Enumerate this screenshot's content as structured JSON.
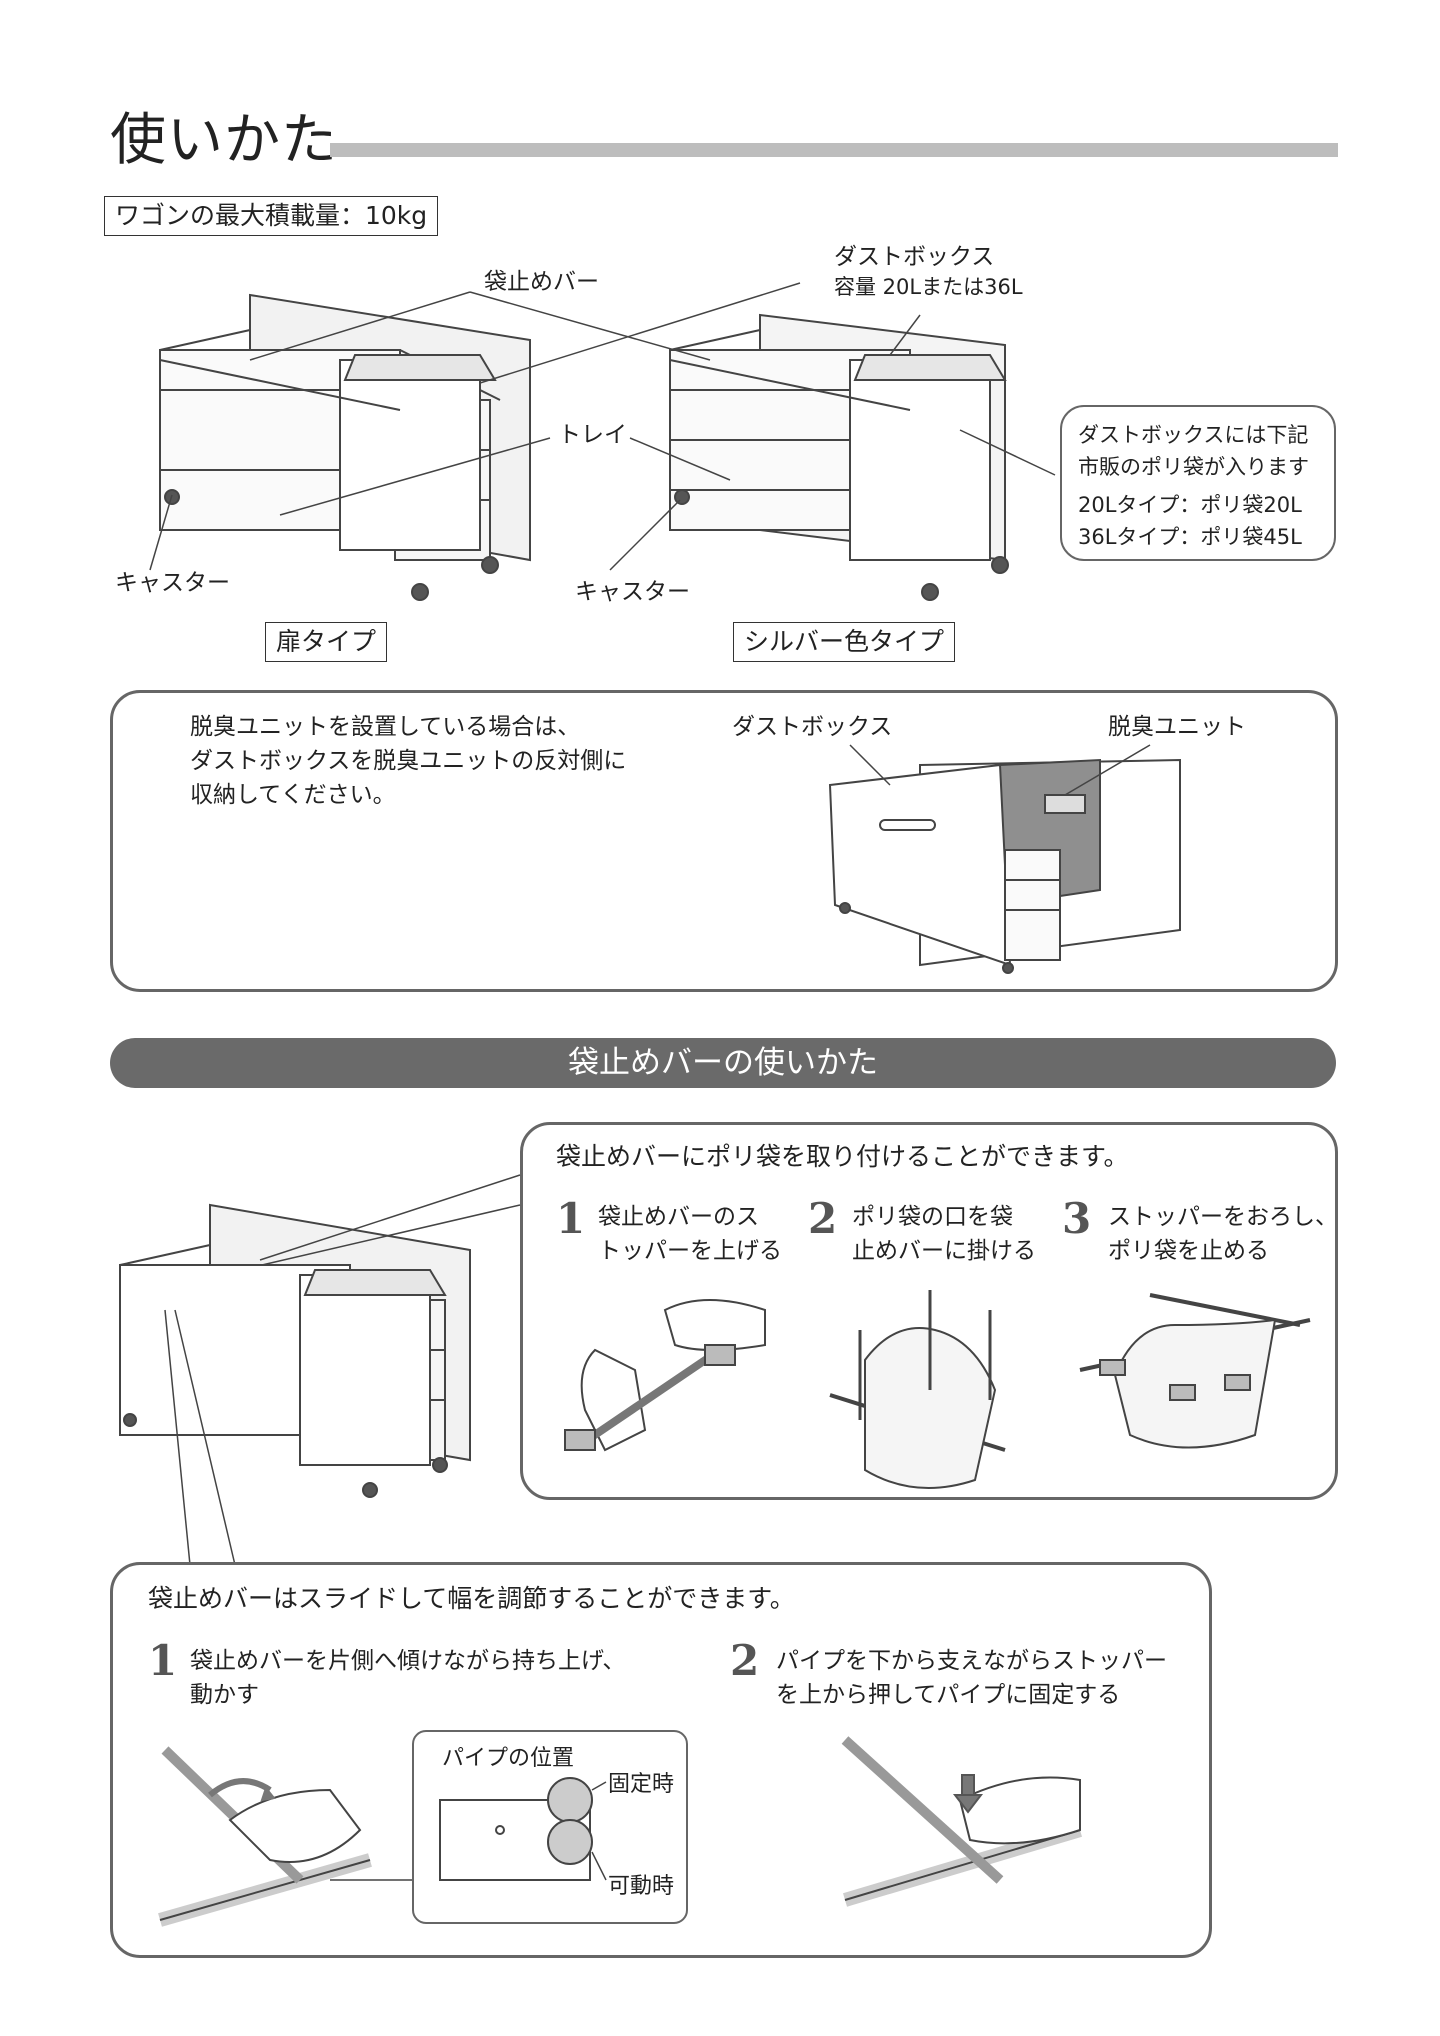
{
  "title": "使いかた",
  "max_load": "ワゴンの最大積載量：10kg",
  "overview": {
    "label_bag_bar": "袋止めバー",
    "label_dustbox": "ダストボックス",
    "label_capacity": "容量 20Lまたは36L",
    "label_tray": "トレイ",
    "label_caster_left": "キャスター",
    "label_caster_right": "キャスター",
    "type_door": "扉タイプ",
    "type_silver": "シルバー色タイプ",
    "callout_line1": "ダストボックスには下記",
    "callout_line2": "市販のポリ袋が入ります",
    "callout_line3": "20Lタイプ：ポリ袋20L",
    "callout_line4": "36Lタイプ：ポリ袋45L"
  },
  "deodorizer": {
    "note_line1": "脱臭ユニットを設置している場合は、",
    "note_line2": "ダストボックスを脱臭ユニットの反対側に",
    "note_line3": "収納してください。",
    "label_dustbox": "ダストボックス",
    "label_unit": "脱臭ユニット"
  },
  "section_title": "袋止めバーの使いかた",
  "attach": {
    "heading": "袋止めバーにポリ袋を取り付けることができます。",
    "steps": [
      {
        "num": "1",
        "line1": "袋止めバーのス",
        "line2": "トッパーを上げる"
      },
      {
        "num": "2",
        "line1": "ポリ袋の口を袋",
        "line2": "止めバーに掛ける"
      },
      {
        "num": "3",
        "line1": "ストッパーをおろし、",
        "line2": "ポリ袋を止める"
      }
    ]
  },
  "slide": {
    "heading": "袋止めバーはスライドして幅を調節することができます。",
    "steps": [
      {
        "num": "1",
        "line1": "袋止めバーを片側へ傾けながら持ち上げ、",
        "line2": "動かす"
      },
      {
        "num": "2",
        "line1": "パイプを下から支えながらストッパー",
        "line2": "を上から押してパイプに固定する"
      }
    ],
    "pipe_position": "パイプの位置",
    "fixed": "固定時",
    "movable": "可動時"
  }
}
